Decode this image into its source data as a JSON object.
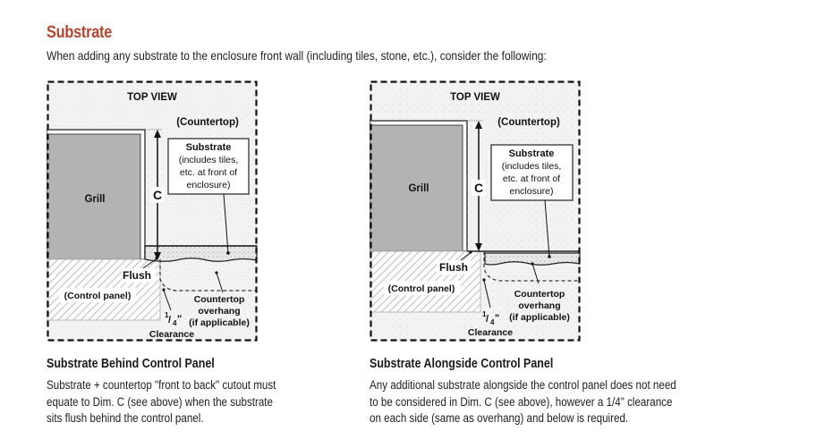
{
  "section": {
    "title": "Substrate",
    "intro": "When adding any substrate to the enclosure front wall (including tiles, stone, etc.), consider the following:"
  },
  "diagrams": [
    {
      "id": "behind",
      "view_label": "TOP VIEW",
      "countertop_label": "(Countertop)",
      "substrate_label_title": "Substrate",
      "substrate_label_lines": [
        "(includes tiles,",
        "etc. at front of",
        "enclosure)"
      ],
      "grill_label": "Grill",
      "dimension_label": "C",
      "flush_label": "Flush",
      "control_panel_label": "(Control panel)",
      "overhang_lines": [
        "Countertop",
        "overhang",
        "(if applicable)"
      ],
      "clearance_fraction_num": "1",
      "clearance_fraction_den": "4",
      "clearance_inch_mark": "\"",
      "clearance_label": "Clearance",
      "caption_title": "Substrate Behind Control Panel",
      "caption_lines": [
        "Substrate + countertop \"front to back\" cutout must",
        "equate to Dim. C (see above) when the substrate",
        "sits flush behind the control panel."
      ]
    },
    {
      "id": "alongside",
      "view_label": "TOP VIEW",
      "countertop_label": "(Countertop)",
      "substrate_label_title": "Substrate",
      "substrate_label_lines": [
        "(includes tiles,",
        "etc. at front of",
        "enclosure)"
      ],
      "grill_label": "Grill",
      "dimension_label": "C",
      "flush_label": "Flush",
      "control_panel_label": "(Control panel)",
      "overhang_lines": [
        "Countertop",
        "overhang",
        "(if applicable)"
      ],
      "clearance_fraction_num": "1",
      "clearance_fraction_den": "4",
      "clearance_inch_mark": "\"",
      "clearance_label": "Clearance",
      "caption_title": "Substrate Alongside Control Panel",
      "caption_lines": [
        "Any additional substrate alongside the control panel does not need",
        "to be considered in Dim. C (see above), however a 1/4\" clearance",
        "on each side (same as overhang) and below is required."
      ]
    }
  ],
  "colors": {
    "title": "#b5452f",
    "grill_fill": "#b3b3b3",
    "hatch": "#b8b8b8",
    "countertop_speckle": "#f4f4f4",
    "substrate_fill": "#e6e6e6"
  }
}
